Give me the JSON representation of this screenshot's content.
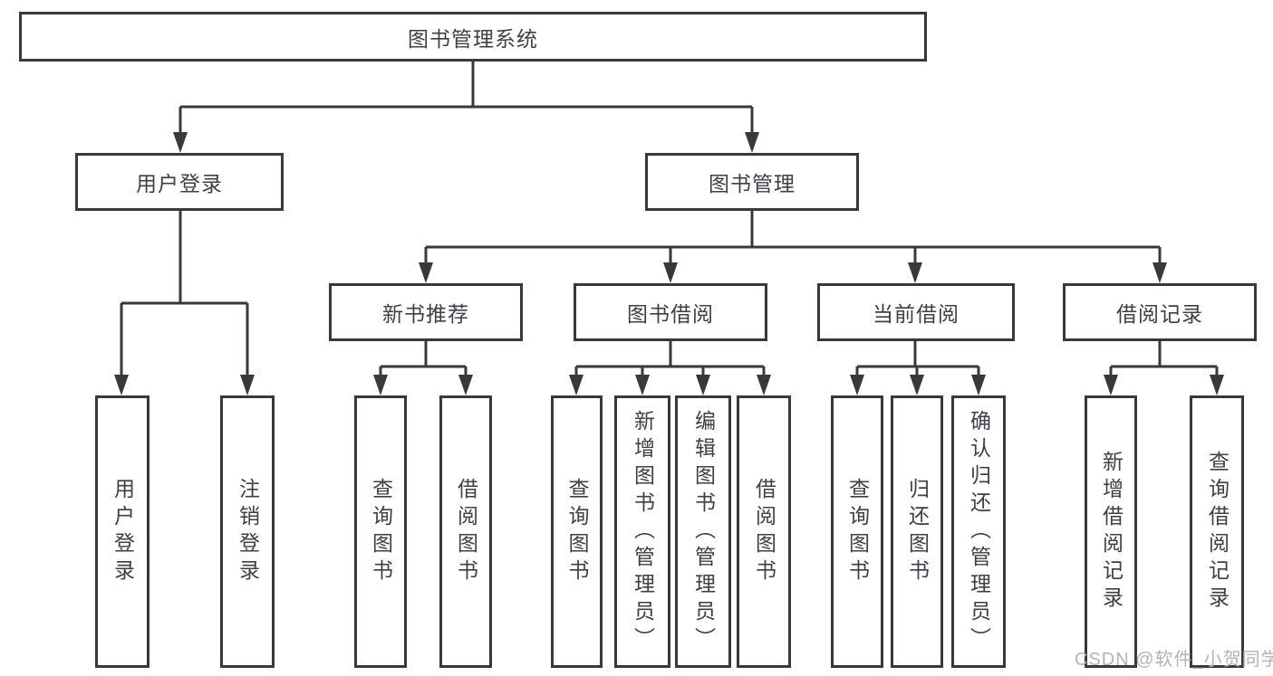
{
  "diagram_title": "图书管理系统",
  "colors": {
    "line": "#39393d",
    "text": "#3d4045",
    "box_background": "#ffffff",
    "page_background": "#ffffff",
    "watermark": "#b3b3b3"
  },
  "nodes": {
    "root": {
      "label": "图书管理系统"
    },
    "level2": [
      {
        "label": "用户登录"
      },
      {
        "label": "图书管理"
      }
    ],
    "level3": [
      {
        "label": "新书推荐"
      },
      {
        "label": "图书借阅"
      },
      {
        "label": "当前借阅"
      },
      {
        "label": "借阅记录"
      }
    ],
    "leaves": [
      {
        "label": "用户登录"
      },
      {
        "label": "注销登录"
      },
      {
        "label": "查询图书"
      },
      {
        "label": "借阅图书"
      },
      {
        "label": "查询图书"
      },
      {
        "label": "新增图书（管理员）"
      },
      {
        "label": "编辑图书（管理员）"
      },
      {
        "label": "借阅图书"
      },
      {
        "label": "查询图书"
      },
      {
        "label": "归还图书"
      },
      {
        "label": "确认归还（管理员）"
      },
      {
        "label": "新增借阅记录"
      },
      {
        "label": "查询借阅记录"
      }
    ]
  },
  "hierarchy": {
    "图书管理系统": [
      "用户登录",
      "图书管理"
    ],
    "用户登录": [
      "用户登录",
      "注销登录"
    ],
    "图书管理": [
      "新书推荐",
      "图书借阅",
      "当前借阅",
      "借阅记录"
    ],
    "新书推荐": [
      "查询图书",
      "借阅图书"
    ],
    "图书借阅": [
      "查询图书",
      "新增图书（管理员）",
      "编辑图书（管理员）",
      "借阅图书"
    ],
    "当前借阅": [
      "查询图书",
      "归还图书",
      "确认归还（管理员）"
    ],
    "借阅记录": [
      "新增借阅记录",
      "查询借阅记录"
    ]
  },
  "watermark": {
    "text": "CSDN @软件_小贺同学"
  }
}
